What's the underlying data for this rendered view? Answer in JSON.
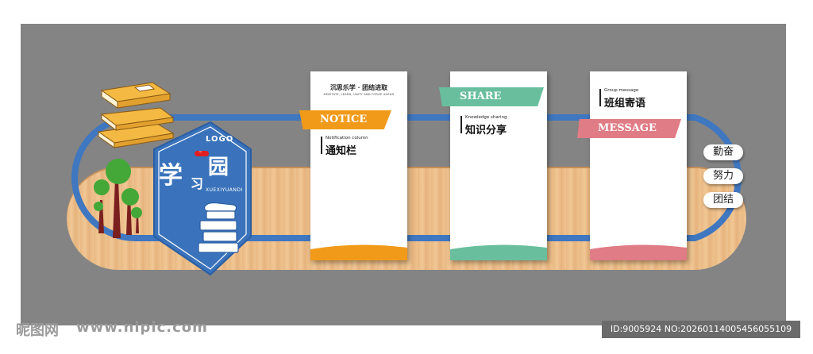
{
  "emblem": {
    "logo": "LOGO",
    "badge": "™",
    "title_chars": [
      "学",
      "习",
      "园"
    ],
    "subtitle": "XUEXIYUANDI"
  },
  "notice_card": {
    "header_cn": "沉思乐学 · 团结进取",
    "header_en": "MEDITATE, LEARN, UNITY AND FORGE AHEAD",
    "ribbon": "NOTICE",
    "label_en": "Notification column",
    "label_cn": "通知栏",
    "accent": "#f19a1a"
  },
  "share_card": {
    "ribbon": "SHARE",
    "label_en": "Knowledge sharing",
    "label_cn": "知识分享",
    "accent": "#69bf9d"
  },
  "message_card": {
    "ribbon": "MESSAGE",
    "label_en": "Group message",
    "label_cn": "班组寄语",
    "accent": "#e07c85"
  },
  "mottos": [
    "勤奋",
    "努力",
    "团结"
  ],
  "watermark": {
    "brand": "昵图网",
    "url": "www.nipic.com",
    "id": "ID:9005924 NO:20260114005456055109"
  },
  "colors": {
    "background": "#848484",
    "track": "#3f77c0",
    "wood": "#edbf8b"
  }
}
